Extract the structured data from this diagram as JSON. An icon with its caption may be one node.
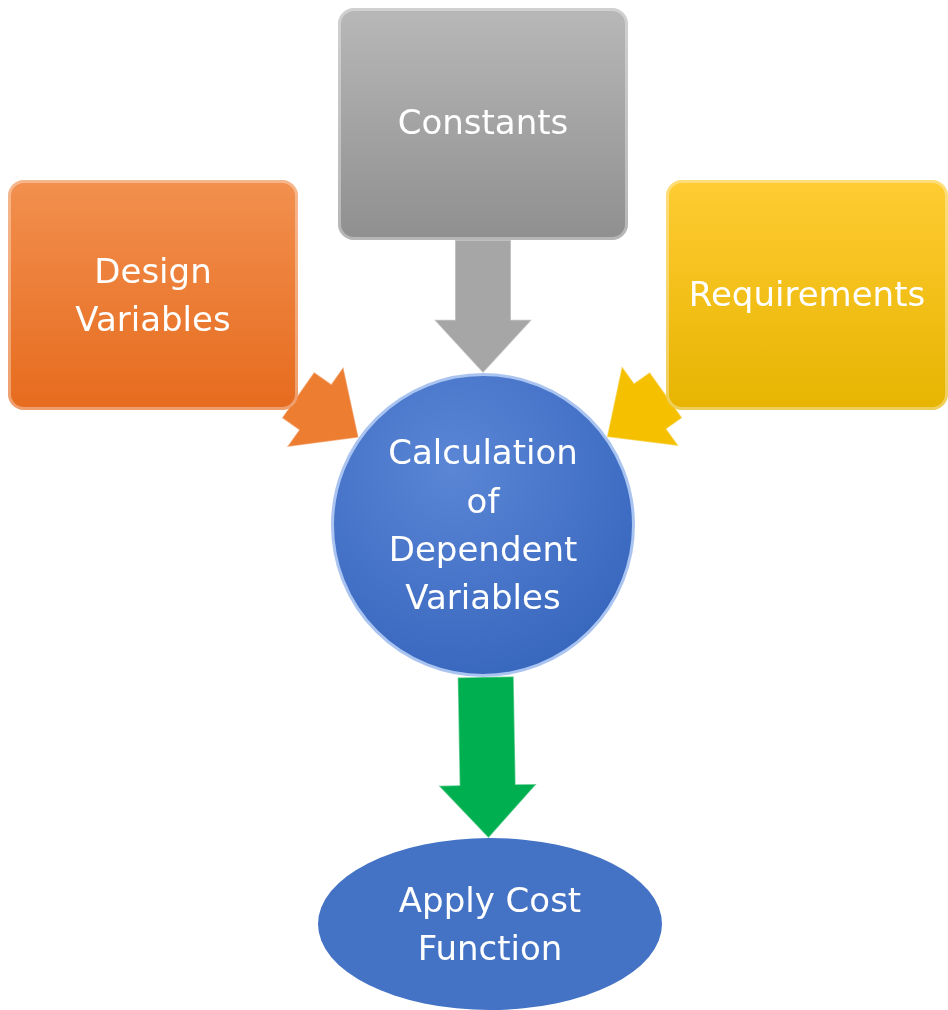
{
  "diagram": {
    "nodes": [
      {
        "text": [
          "Constants"
        ]
      },
      {
        "text": [
          "Design Variables"
        ]
      },
      {
        "text": [
          "Requirements"
        ]
      },
      {
        "text": [
          "Calculation of Dependent Variables"
        ]
      },
      {
        "text": [
          "Apply Cost Function"
        ]
      }
    ],
    "edges": [
      {
        "from": 0,
        "to": 3,
        "arrow": "to",
        "style": "thick",
        "color": "#a6a6a6"
      },
      {
        "from": 1,
        "to": 3,
        "arrow": "to",
        "style": "thick",
        "color": "#ed7d31"
      },
      {
        "from": 2,
        "to": 3,
        "arrow": "to",
        "style": "thick",
        "color": "#f5c000"
      },
      {
        "from": 3,
        "to": 4,
        "arrow": "to",
        "style": "thick",
        "color": "#00b050"
      }
    ]
  }
}
